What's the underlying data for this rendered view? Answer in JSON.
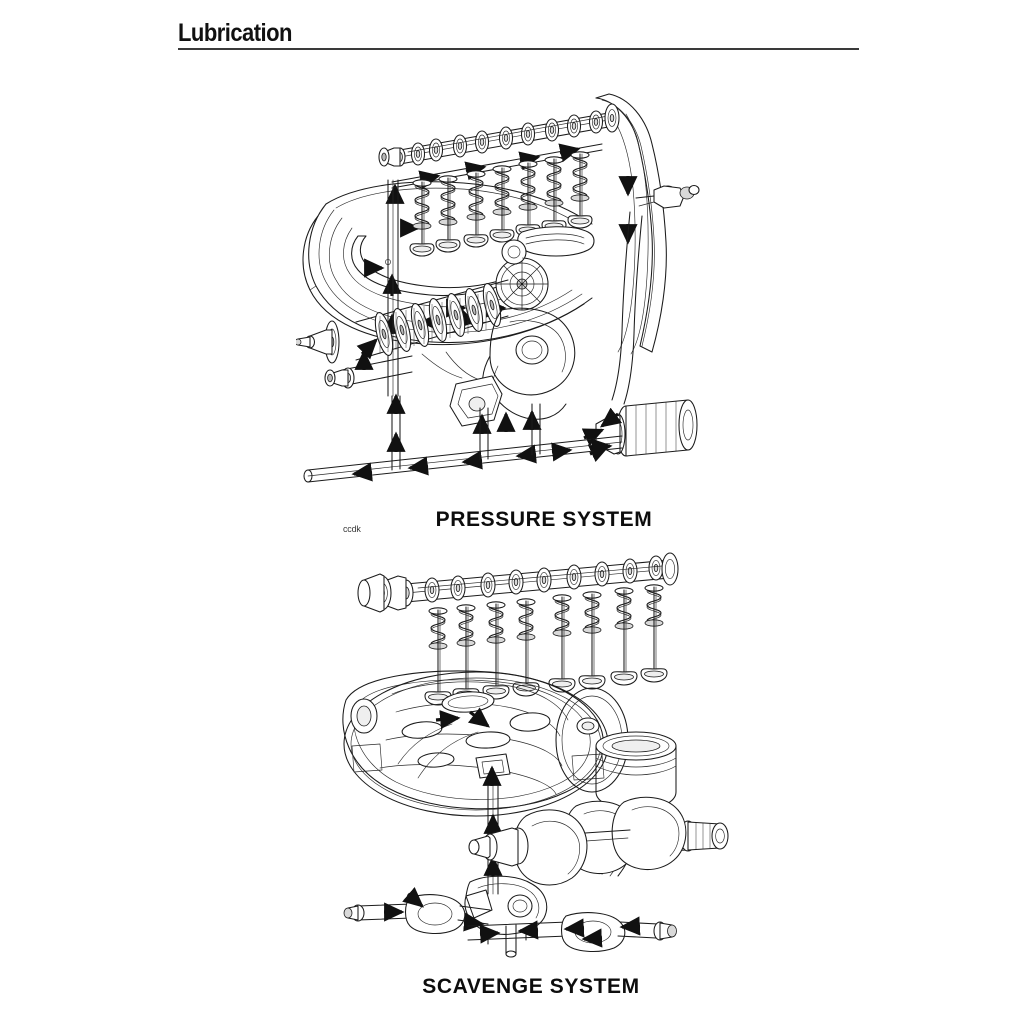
{
  "document": {
    "section_title": "Lubrication",
    "background_color": "#ffffff",
    "ink_color": "#1b1b1b"
  },
  "figures": [
    {
      "id": "pressure",
      "caption": "PRESSURE SYSTEM",
      "micro_label": "ccdk",
      "description": "Cutaway line drawing of engine oil pressure circuit: cylinder head oil gallery, camshaft and valve train, gearbox shafts, oil pump, oil filter and main oil gallery with flow-direction arrows.",
      "components": [
        "cylinder-head-oil-gallery",
        "camshaft",
        "valve-springs",
        "valves",
        "rocker-feed-pipe",
        "timing-gear-train",
        "gearbox-shafts",
        "oil-pump",
        "oil-filter",
        "main-oil-gallery",
        "crankcase-wall"
      ],
      "flow_arrows": 26
    },
    {
      "id": "scavenge",
      "caption": "SCAVENGE SYSTEM",
      "description": "Cutaway line drawing of engine oil scavenge circuit: camshaft and valves above, sump / oil tank casting, piston, crankshaft, scavenge pump and dual pickup pipes with return-flow arrows.",
      "components": [
        "camshaft",
        "valve-springs",
        "valves",
        "sump-casting",
        "piston",
        "connecting-rod",
        "crankshaft",
        "scavenge-pump",
        "pickup-pipe-front",
        "pickup-pipe-rear"
      ],
      "flow_arrows": 18
    }
  ]
}
